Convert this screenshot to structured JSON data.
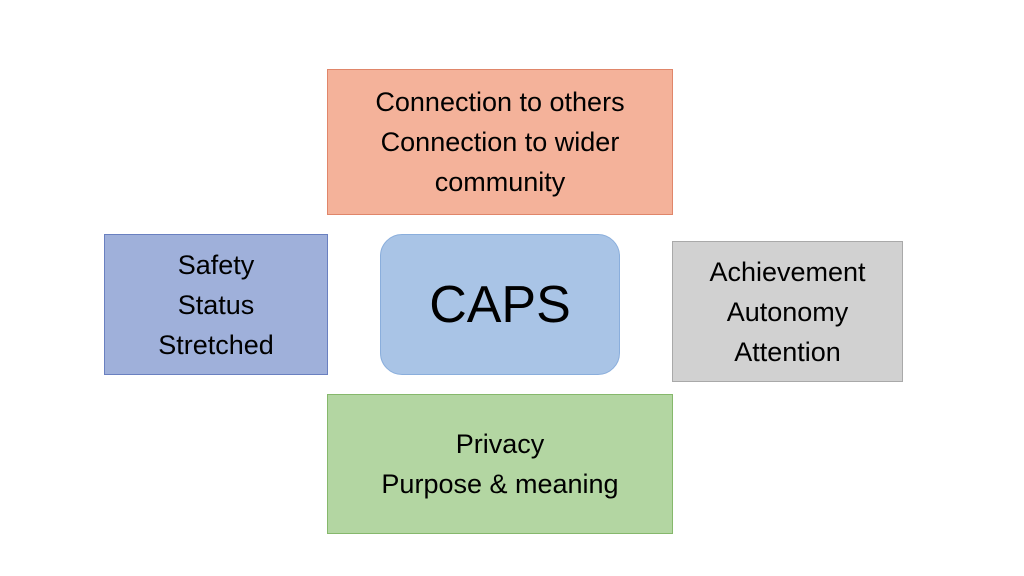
{
  "diagram": {
    "center": {
      "label": "CAPS",
      "color": "#a9c4e6"
    },
    "top": {
      "lines": [
        "Connection to others",
        "Connection to wider",
        "community"
      ],
      "color": "#f4b29a"
    },
    "left": {
      "lines": [
        "Safety",
        "Status",
        "Stretched"
      ],
      "color": "#9fb0da"
    },
    "right": {
      "lines": [
        "Achievement",
        "Autonomy",
        "Attention"
      ],
      "color": "#d1d1d1"
    },
    "bottom": {
      "lines": [
        "Privacy",
        "Purpose & meaning"
      ],
      "color": "#b3d6a2"
    }
  }
}
